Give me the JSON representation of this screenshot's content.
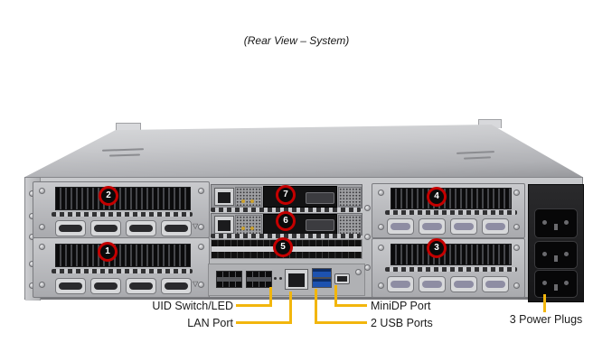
{
  "title": "(Rear View – System)",
  "callouts": [
    "1",
    "2",
    "3",
    "4",
    "5",
    "6",
    "7"
  ],
  "labels": {
    "uid": "UID Switch/LED",
    "lan": "LAN Port",
    "minidp": "MiniDP Port",
    "usb": "2 USB Ports",
    "power": "3 Power Plugs"
  },
  "icons": {
    "warning_triangle": "▽"
  },
  "colors": {
    "callout_line": "#F2B60D",
    "callout_ring": "#C40000",
    "callout_fill": "#0A0A0A",
    "callout_number": "#FFFFFF",
    "chassis_gray": "#B9BABD",
    "psu_black": "#1A1A1C",
    "usb_blue": "#1D52B0"
  }
}
